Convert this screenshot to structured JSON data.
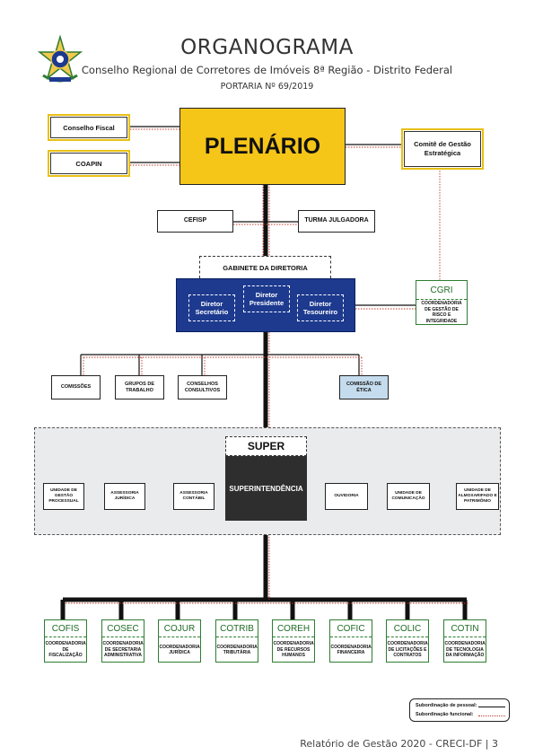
{
  "header": {
    "emblem_icon": "brasao-republica-emblem",
    "title": "ORGANOGRAMA",
    "subtitle": "Conselho Regional de Corretores de Imóveis 8ª Região - Distrito Federal",
    "portaria": "PORTARIA Nº 69/2019"
  },
  "colors": {
    "plenario": "#f5c518",
    "diretoria": "#1d3a8f",
    "superintendencia": "#2e2e2e",
    "coordenadorias": "#2e7d32",
    "comissao_etica": "#c5dcee",
    "subordinacao_funcional": "#c0392b"
  },
  "top": {
    "conselho_fiscal": "Conselho Fiscal",
    "coapin": "COAPIN",
    "plenario": "PLENÁRIO",
    "comite": "Comitê de Gestão Estratégica"
  },
  "second_row": {
    "cefisp": "CEFISP",
    "turma": "TURMA JULGADORA"
  },
  "gabinete": "GABINETE DA DIRETORIA",
  "diretoria": {
    "presidente": "Diretor Presidente",
    "secretario": "Diretor Secretário",
    "tesoureiro": "Diretor Tesoureiro"
  },
  "cgri": {
    "acronym": "CGRI",
    "name": "COORDENADORIA DE GESTÃO DE RISCO E INTEGRIDADE"
  },
  "row_diretoria": {
    "comissoes": "COMISSÕES",
    "grupos": "GRUPOS DE TRABALHO",
    "conselhos": "CONSELHOS CONSULTIVOS",
    "etica": "COMISSÃO DE ÉTICA"
  },
  "super": {
    "label": "SUPER",
    "superintendencia": "SUPERINTENDÊNCIA",
    "units": [
      "UNIDADE DE GESTÃO PROCESSUAL",
      "ASSESSORIA JURÍDICA",
      "ASSESSORIA CONTÁBIL",
      "OUVIDORIA",
      "UNIDADE DE COMUNICAÇÃO",
      "UNIDADE DE ALMOXARIFADO E PATRIMÔNIO"
    ]
  },
  "coordenadorias": [
    {
      "acronym": "COFIS",
      "name": "COORDENADORIA DE FISCALIZAÇÃO"
    },
    {
      "acronym": "COSEC",
      "name": "COORDENADORIA DE SECRETARIA ADMINISTRATIVA"
    },
    {
      "acronym": "COJUR",
      "name": "COORDENADORIA JURÍDICA"
    },
    {
      "acronym": "COTRIB",
      "name": "COORDENADORIA TRIBUTÁRIA"
    },
    {
      "acronym": "COREH",
      "name": "COORDENADORIA DE RECURSOS HUMANOS"
    },
    {
      "acronym": "COFIC",
      "name": "COORDENADORIA FINANCEIRA"
    },
    {
      "acronym": "COLIC",
      "name": "COORDENADORIA DE LICITAÇÕES E CONTRATOS"
    },
    {
      "acronym": "COTIN",
      "name": "COORDENADORIA DE TECNOLOGIA DA INFORMAÇÃO"
    }
  ],
  "legend": {
    "pessoal": "Subordinação de pessoal:",
    "funcional": "Subordinação funcional:"
  },
  "footer": "Relatório de Gestão 2020 - CRECI-DF | 3"
}
